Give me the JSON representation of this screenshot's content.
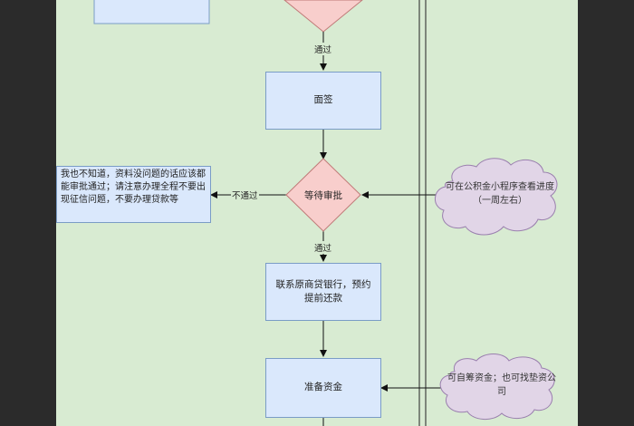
{
  "nodes": {
    "countersign": "面签",
    "approval": "等待审批",
    "contact_bank": "联系原商贷银行，预约提前还款",
    "prepare_funds": "准备资金"
  },
  "notes": {
    "rejection_note": "我也不知道，资料没问题的话应该都能审批通过；请注意办理全程不要出现征信问题，不要办理贷款等"
  },
  "clouds": {
    "progress_tip": "可在公积金小程序查看进度（一周左右）",
    "funds_tip": "可自筹资金；也可找垫资公司"
  },
  "edge_labels": {
    "pass_1": "通过",
    "pass_2": "通过",
    "reject": "不通过"
  },
  "colors": {
    "panel": "#d8ebd2",
    "box_fill": "#dae8fc",
    "box_border": "#7a9cc6",
    "diamond_fill": "#f8cecc",
    "diamond_border": "#c07a78",
    "cloud_fill": "#e1d5e7",
    "cloud_border": "#9a7fae"
  }
}
